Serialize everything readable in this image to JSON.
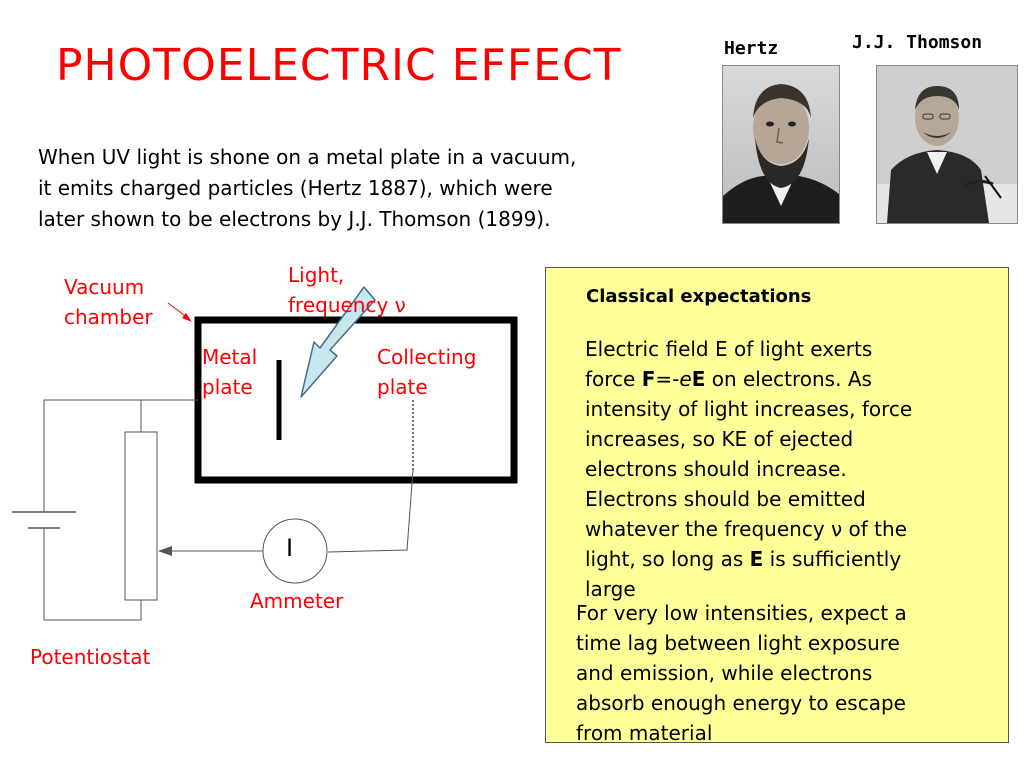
{
  "title": "PHOTOELECTRIC  EFFECT",
  "intro_lines": [
    "When UV light is shone on a metal plate in a vacuum,",
    "it emits charged particles (Hertz 1887), which were",
    "later shown to be electrons by J.J. Thomson (1899)."
  ],
  "portraits": {
    "hertz": "Hertz",
    "thomson": "J.J. Thomson"
  },
  "diagram": {
    "vacuum_chamber": [
      "Vacuum",
      "chamber"
    ],
    "light": [
      "Light,",
      "frequency ν"
    ],
    "metal_plate": [
      "Metal",
      "plate"
    ],
    "collecting_plate": [
      "Collecting",
      "plate"
    ],
    "ammeter_symbol": "I",
    "ammeter": "Ammeter",
    "potentiostat": "Potentiostat",
    "colors": {
      "labels": "#ff0000",
      "arrow_fill": "#c6e6f0",
      "arrow_stroke": "#4a6f7c"
    }
  },
  "classical": {
    "heading": "Classical expectations",
    "para1": {
      "line1": "Electric field E of light exerts",
      "line2_pre": "force ",
      "line2_F": "F",
      "line2_mid": "=-",
      "line2_e": "e",
      "line2_E": "E",
      "line2_post": " on electrons. As",
      "line3": "intensity of light increases, force",
      "line4": "increases, so KE of ejected",
      "line5": "electrons should increase.",
      "line6": "Electrons should be emitted",
      "line7": "whatever the frequency ν of the",
      "line8_pre": "light, so long as ",
      "line8_E": "E",
      "line8_post": " is sufficiently",
      "line9": "large"
    },
    "para2_lines": [
      "For very low intensities, expect a",
      "time lag between light exposure",
      "and emission, while electrons",
      "absorb enough energy to escape",
      "from material"
    ],
    "box_color": "#ffff99"
  }
}
